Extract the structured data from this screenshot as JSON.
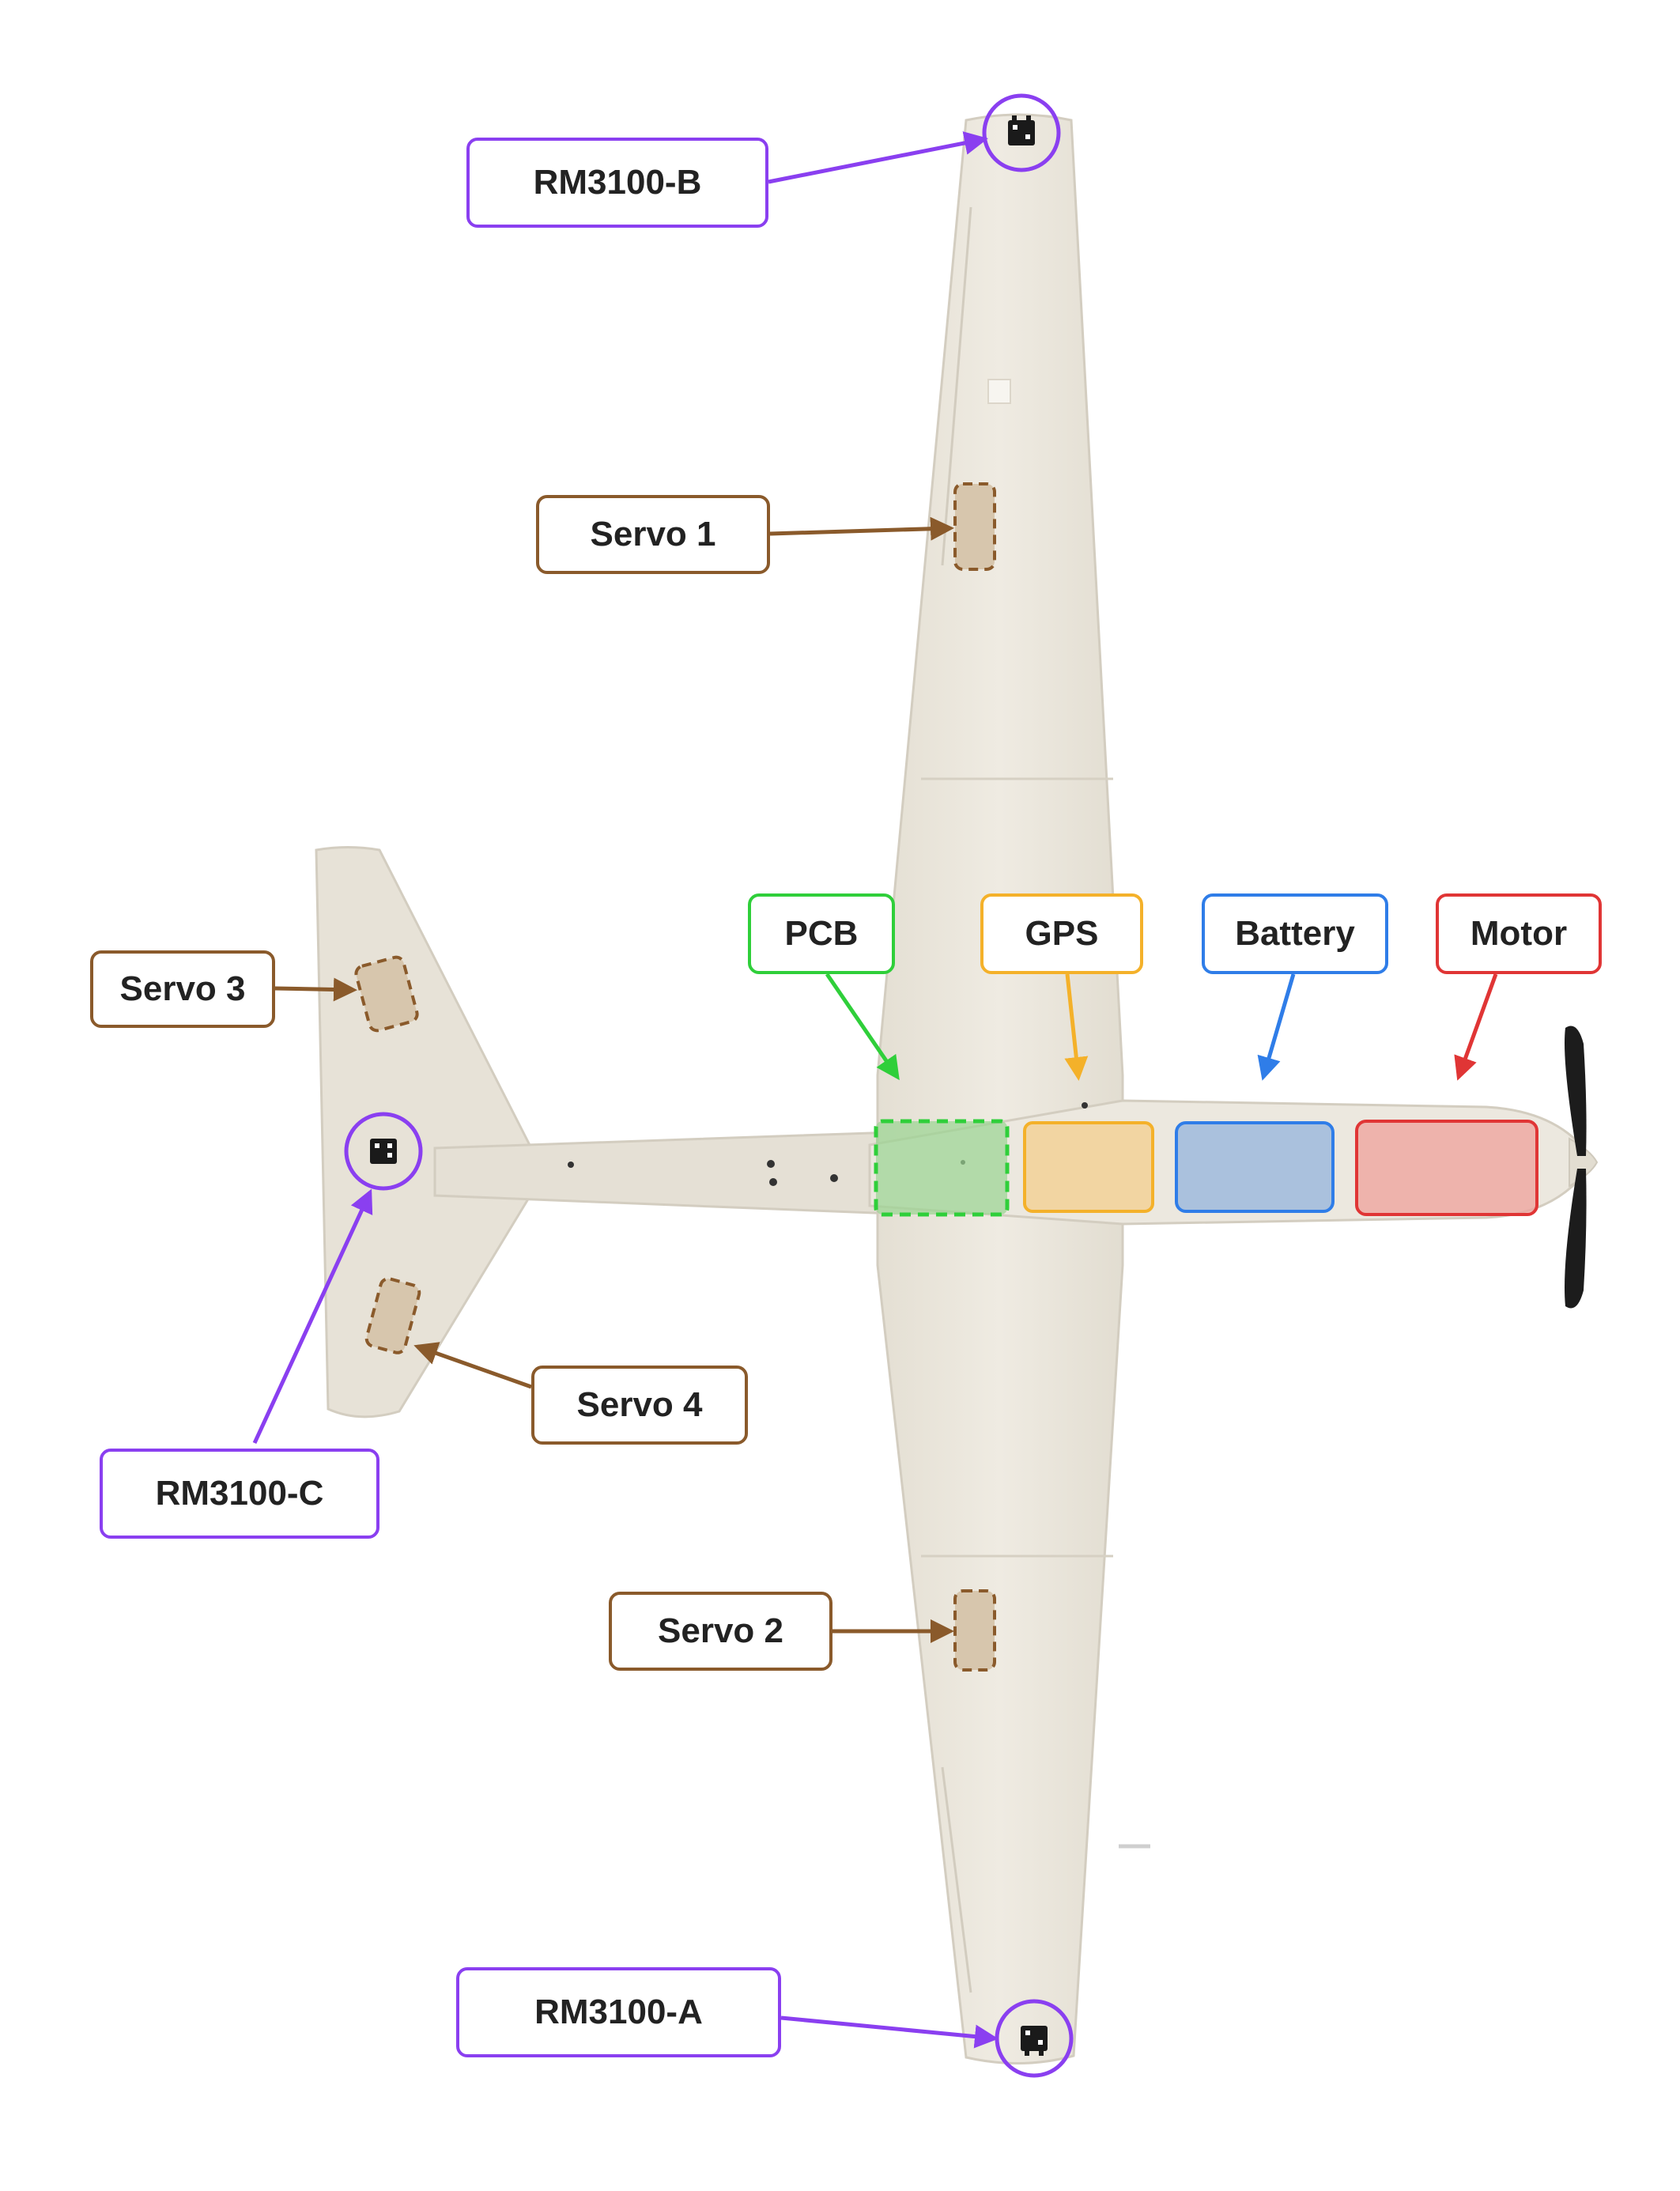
{
  "colors": {
    "magnetometer": "#8a3ff0",
    "servo": "#8a5a2b",
    "pcb": "#2fcf3a",
    "gps": "#f4b12a",
    "battery": "#2f7de8",
    "motor": "#e03535",
    "airframe": "#ebe6dc",
    "airframe_shadow": "#d2ccbf",
    "propeller": "#1c1c1c"
  },
  "labels": {
    "rm3100_b": "RM3100-B",
    "rm3100_a": "RM3100-A",
    "rm3100_c": "RM3100-C",
    "servo_1": "Servo 1",
    "servo_2": "Servo 2",
    "servo_3": "Servo 3",
    "servo_4": "Servo 4",
    "pcb": "PCB",
    "gps": "GPS",
    "battery": "Battery",
    "motor": "Motor"
  },
  "icons": {
    "magnetometer_chip": "chip-icon",
    "servo_bay": "dashed-rectangle",
    "component_bay": "filled-rectangle"
  }
}
